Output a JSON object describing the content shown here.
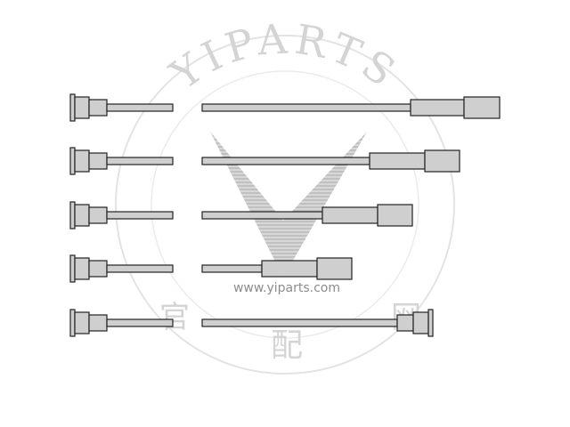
{
  "watermark": {
    "brand": "YIPARTS",
    "url": "www.yiparts.com",
    "cjk_left": "官",
    "cjk_center": "配",
    "cjk_right": "网",
    "ring_color": "#e0e0e0",
    "logo_color": "#b5b5b5"
  },
  "diagram": {
    "part_fill": "#cfcfcf",
    "outline": "#222222",
    "cable_count": 5
  }
}
